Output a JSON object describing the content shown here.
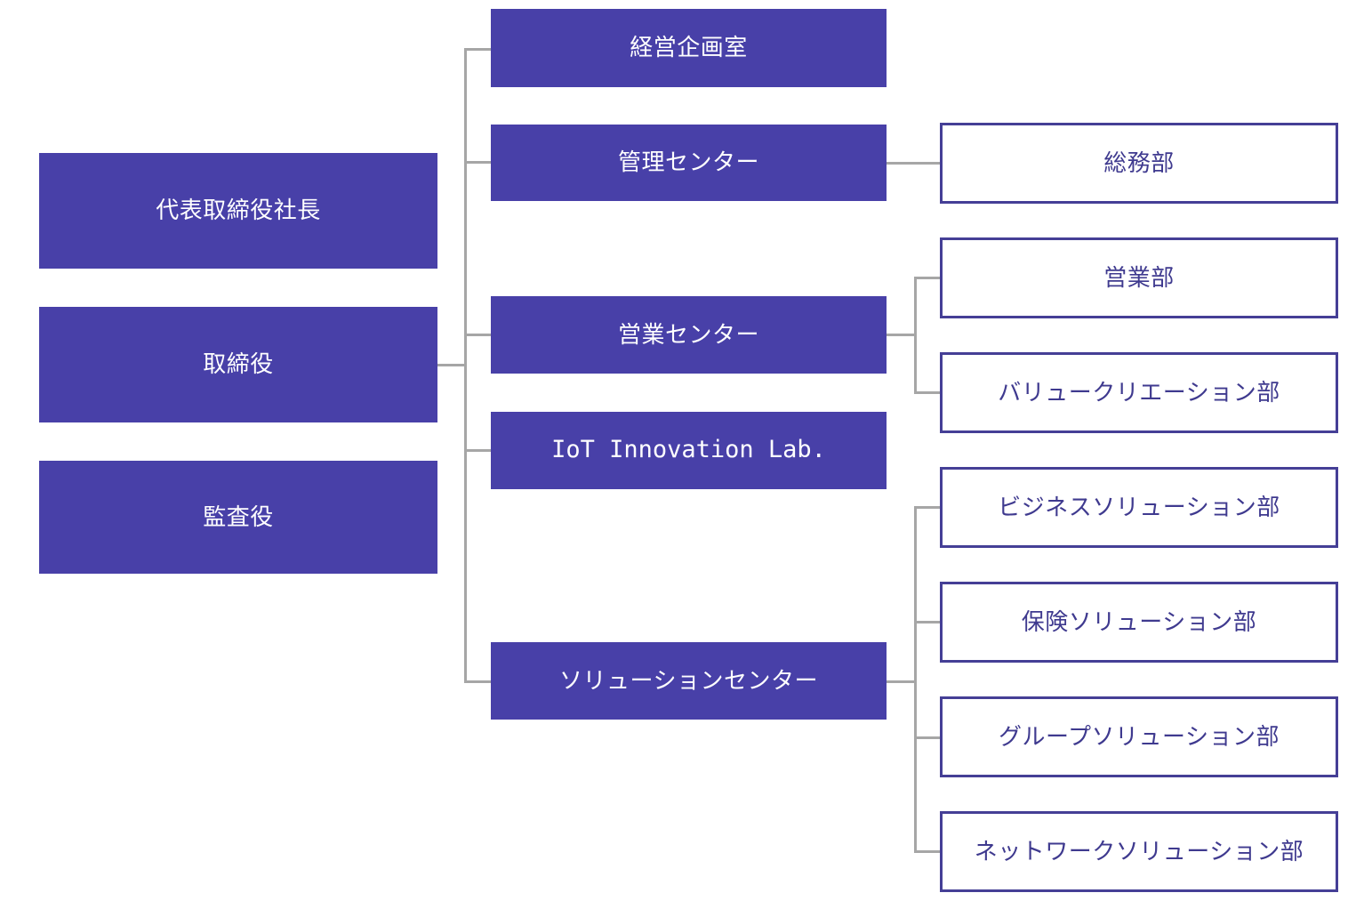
{
  "chart": {
    "type": "org-chart",
    "title": "",
    "background_color": "#ffffff",
    "filled_box_color": "#4840a8",
    "filled_text_color": "#ffffff",
    "outlined_box_border_color": "#453f96",
    "outlined_text_color": "#3f3a8f",
    "connector_color": "#a6a6a6"
  },
  "executive_column": {
    "nodes": [
      {
        "label": "代表取締役社長",
        "style": "filled"
      },
      {
        "label": "取締役",
        "style": "filled"
      },
      {
        "label": "監査役",
        "style": "filled"
      }
    ]
  },
  "division_column": {
    "nodes": [
      {
        "label": "経営企画室",
        "style": "filled"
      },
      {
        "label": "管理センター",
        "style": "filled"
      },
      {
        "label": "営業センター",
        "style": "filled"
      },
      {
        "label": "IoT Innovation Lab.",
        "style": "filled-mono"
      },
      {
        "label": "ソリューションセンター",
        "style": "filled"
      }
    ]
  },
  "department_column": {
    "nodes": [
      {
        "label": "総務部",
        "style": "outlined",
        "parent": "管理センター"
      },
      {
        "label": "営業部",
        "style": "outlined",
        "parent": "営業センター"
      },
      {
        "label": "バリュークリエーション部",
        "style": "outlined",
        "parent": "営業センター"
      },
      {
        "label": "ビジネスソリューション部",
        "style": "outlined",
        "parent": "ソリューションセンター"
      },
      {
        "label": "保険ソリューション部",
        "style": "outlined",
        "parent": "ソリューションセンター"
      },
      {
        "label": "グループソリューション部",
        "style": "outlined",
        "parent": "ソリューションセンター"
      },
      {
        "label": "ネットワークソリューション部",
        "style": "outlined",
        "parent": "ソリューションセンター"
      }
    ]
  }
}
